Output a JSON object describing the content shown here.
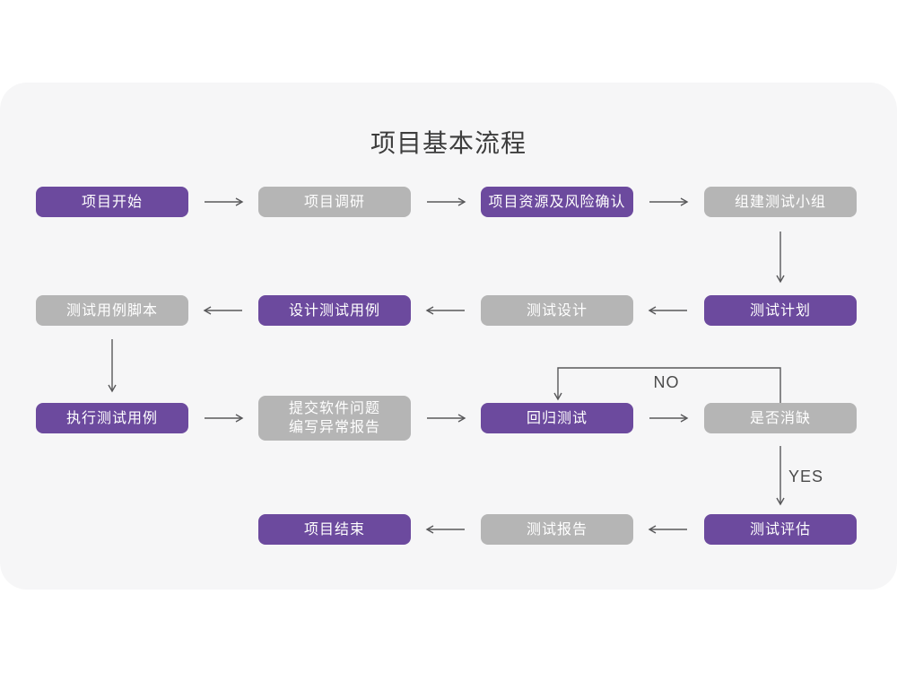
{
  "title": "项目基本流程",
  "colors": {
    "purple": "#6c4a9e",
    "gray": "#b5b5b5",
    "card_bg": "#f6f6f7",
    "arrow": "#58585a"
  },
  "edge_labels": {
    "no": "NO",
    "yes": "YES"
  },
  "nodes": [
    {
      "id": "project-start",
      "label": "项目开始",
      "variant": "purple"
    },
    {
      "id": "project-research",
      "label": "项目调研",
      "variant": "gray"
    },
    {
      "id": "resource-risk",
      "label": "项目资源及风险确认",
      "variant": "purple"
    },
    {
      "id": "build-test-team",
      "label": "组建测试小组",
      "variant": "gray"
    },
    {
      "id": "test-plan",
      "label": "测试计划",
      "variant": "purple"
    },
    {
      "id": "test-design",
      "label": "测试设计",
      "variant": "gray"
    },
    {
      "id": "design-test-cases",
      "label": "设计测试用例",
      "variant": "purple"
    },
    {
      "id": "test-case-script",
      "label": "测试用例脚本",
      "variant": "gray"
    },
    {
      "id": "execute-test-cases",
      "label": "执行测试用例",
      "variant": "purple"
    },
    {
      "id": "submit-issue-report",
      "label": "提交软件问题\n编写异常报告",
      "variant": "gray"
    },
    {
      "id": "regression-test",
      "label": "回归测试",
      "variant": "purple"
    },
    {
      "id": "defect-resolved",
      "label": "是否消缺",
      "variant": "gray"
    },
    {
      "id": "test-evaluation",
      "label": "测试评估",
      "variant": "purple"
    },
    {
      "id": "test-report",
      "label": "测试报告",
      "variant": "gray"
    },
    {
      "id": "project-end",
      "label": "项目结束",
      "variant": "purple"
    }
  ]
}
